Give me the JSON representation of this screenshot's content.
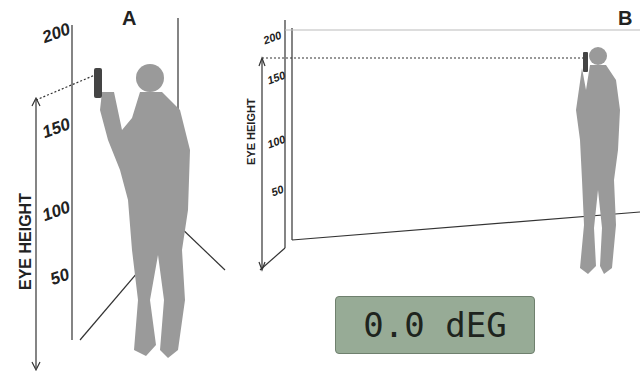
{
  "diagram": {
    "nodes": [
      {
        "text": [
          "0.0 dEG"
        ]
      }
    ],
    "labels": [
      "A",
      "200",
      "150",
      "100",
      "50",
      "EYE HEIGHT",
      "B",
      "200",
      "150",
      "100",
      "50",
      "EYE HEIGHT"
    ]
  }
}
